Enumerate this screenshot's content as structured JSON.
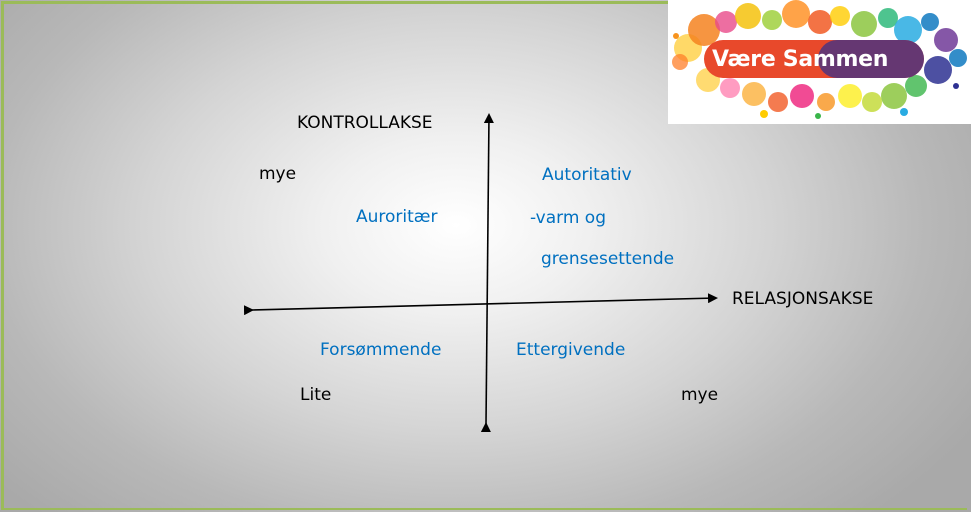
{
  "axes": {
    "vertical_label": "KONTROLLAKSE",
    "horizontal_label": "RELASJONSAKSE"
  },
  "scale": {
    "top_left": "mye",
    "bottom_left": "Lite",
    "bottom_right": "mye"
  },
  "quadrants": {
    "top_left": "Auroritær",
    "top_right_line1": "Autoritativ",
    "top_right_line2": "-varm og",
    "top_right_line3": "grensesettende",
    "bottom_left": "Forsømmende",
    "bottom_right": "Ettergivende"
  },
  "logo": {
    "text": "Være Sammen"
  },
  "colors": {
    "border": "#9bbb59",
    "quadrant_text": "#0070c0",
    "axis_text": "#000000"
  }
}
